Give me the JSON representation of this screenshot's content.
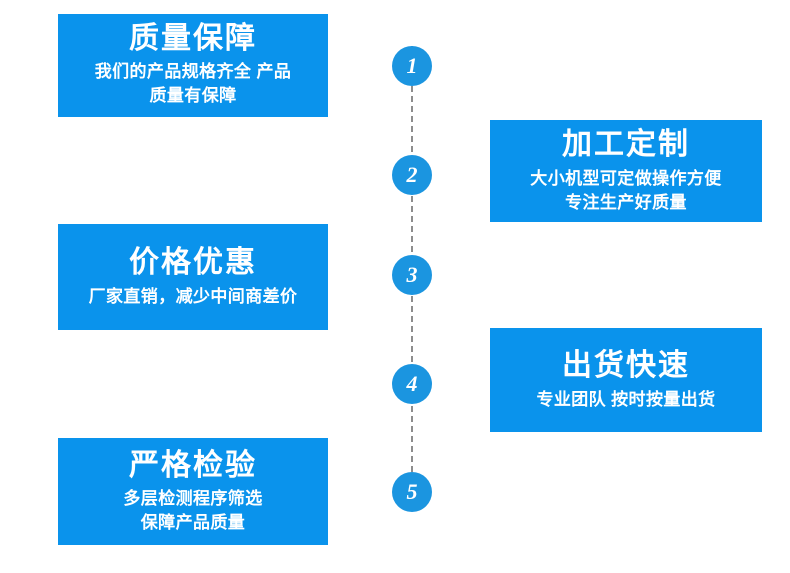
{
  "colors": {
    "panel_background": "#0a93ec",
    "step_circle": "#1b95e0",
    "panel_text": "#ffffff",
    "dashed_line": "#8d8d8d",
    "page_background": "#ffffff"
  },
  "panels": [
    {
      "id": "quality-guarantee",
      "title": "质量保障",
      "desc_lines": [
        "我们的产品规格齐全  产品",
        "质量有保障"
      ],
      "side": "left"
    },
    {
      "id": "custom-processing",
      "title": "加工定制",
      "desc_lines": [
        "大小机型可定做操作方便",
        "专注生产好质量"
      ],
      "side": "right"
    },
    {
      "id": "price-advantage",
      "title": "价格优惠",
      "desc_lines": [
        "厂家直销，减少中间商差价"
      ],
      "side": "left"
    },
    {
      "id": "fast-shipping",
      "title": "出货快速",
      "desc_lines": [
        "专业团队  按时按量出货"
      ],
      "side": "right"
    },
    {
      "id": "strict-inspection",
      "title": "严格检验",
      "desc_lines": [
        "多层检测程序筛选",
        "保障产品质量"
      ],
      "side": "left"
    }
  ],
  "timeline": {
    "steps": [
      {
        "number": "1"
      },
      {
        "number": "2"
      },
      {
        "number": "3"
      },
      {
        "number": "4"
      },
      {
        "number": "5"
      }
    ]
  }
}
